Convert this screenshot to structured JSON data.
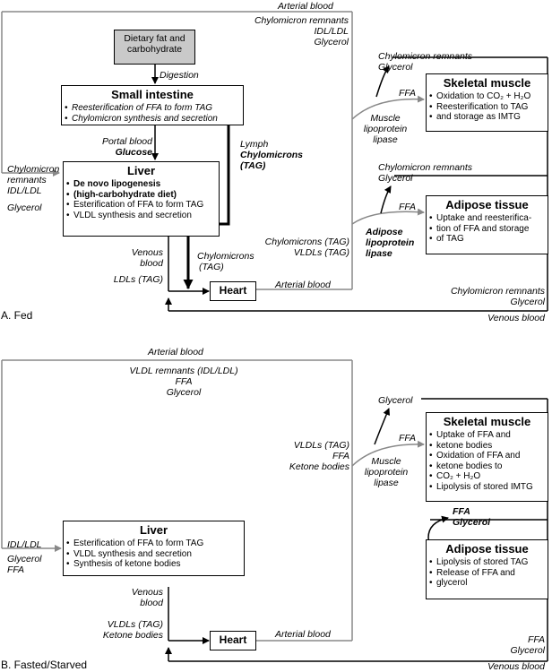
{
  "panel_a": {
    "caption": "A. Fed",
    "arterial_blood_top": "Arterial blood",
    "top_right_labels": [
      "Chylomicron remnants",
      "IDL/LDL",
      "Glycerol"
    ],
    "diet_box": "Dietary fat and carbohydrate",
    "digestion": "Digestion",
    "small_intestine": {
      "title": "Small intestine",
      "items": [
        "Reesterification of FFA to form TAG",
        "Chylomicron synthesis and secretion"
      ]
    },
    "portal_blood": "Portal blood",
    "glucose": "Glucose",
    "lymph": "Lymph",
    "lymph_chylo": [
      "Chylomicrons",
      "(TAG)"
    ],
    "left_labels": [
      "Chylomicron",
      "remnants",
      "IDL/LDL"
    ],
    "left_glycerol": "Glycerol",
    "liver": {
      "title": "Liver",
      "items": [
        "De novo lipogenesis",
        "(high-carbohydrate diet)",
        "Esterification of FFA to form TAG",
        "VLDL synthesis and secretion"
      ]
    },
    "venous_blood_1": "Venous",
    "venous_blood_2": "blood",
    "ldls_tag": "LDLs (TAG)",
    "chylo_tag_1": "Chylomicrons",
    "chylo_tag_2": "(TAG)",
    "heart": "Heart",
    "arterial_blood_heart": "Arterial blood",
    "chylo_vldl": [
      "Chylomicrons (TAG)",
      "VLDLs (TAG)"
    ],
    "muscle_remnants": [
      "Chylomicron remnants",
      "Glycerol"
    ],
    "muscle_ffa": "FFA",
    "muscle_lpl": [
      "Muscle",
      "lipoprotein",
      "lipase"
    ],
    "skeletal_muscle": {
      "title": "Skeletal muscle",
      "items": [
        "Oxidation to CO₂ + H₂O",
        "Reesterification to TAG",
        "and storage as IMTG"
      ]
    },
    "adipose_remnants": [
      "Chylomicron remnants",
      "Glycerol"
    ],
    "adipose_ffa": "FFA",
    "adipose_lpl": [
      "Adipose",
      "lipoprotein",
      "lipase"
    ],
    "adipose_tissue": {
      "title": "Adipose tissue",
      "items": [
        "Uptake and reesterifica-",
        "tion of FFA and storage",
        "of TAG"
      ]
    },
    "bottom_right": [
      "Chylomicron remnants",
      "Glycerol"
    ],
    "venous_blood_bottom": "Venous blood"
  },
  "panel_b": {
    "caption": "B. Fasted/Starved",
    "arterial_blood_top": "Arterial blood",
    "top_labels": [
      "VLDL remnants (IDL/LDL)",
      "FFA",
      "Glycerol"
    ],
    "left_labels": [
      "IDL/LDL",
      "Glycerol",
      "FFA"
    ],
    "liver": {
      "title": "Liver",
      "items": [
        "Esterification of FFA to form TAG",
        "VLDL synthesis and secretion",
        "Synthesis of ketone bodies"
      ]
    },
    "venous_blood_1": "Venous",
    "venous_blood_2": "blood",
    "vldls_ketone": [
      "VLDLs (TAG)",
      "Ketone bodies"
    ],
    "heart": "Heart",
    "arterial_blood_heart": "Arterial blood",
    "muscle_inputs": [
      "VLDLs (TAG)",
      "FFA",
      "Ketone bodies"
    ],
    "glycerol": "Glycerol",
    "muscle_ffa": "FFA",
    "muscle_lpl": [
      "Muscle",
      "lipoprotein",
      "lipase"
    ],
    "skeletal_muscle": {
      "title": "Skeletal muscle",
      "items": [
        "Uptake of FFA and",
        "ketone bodies",
        "Oxidation of FFA and",
        "ketone bodies to",
        "CO₂ + H₂O",
        "Lipolysis of stored IMTG"
      ]
    },
    "ffa_glycerol": [
      "FFA",
      "Glycerol"
    ],
    "adipose_tissue": {
      "title": "Adipose tissue",
      "items": [
        "Lipolysis of stored TAG",
        "Release of FFA and",
        "glycerol"
      ]
    },
    "bottom_right": [
      "FFA",
      "Glycerol"
    ],
    "venous_blood_bottom": "Venous blood"
  }
}
